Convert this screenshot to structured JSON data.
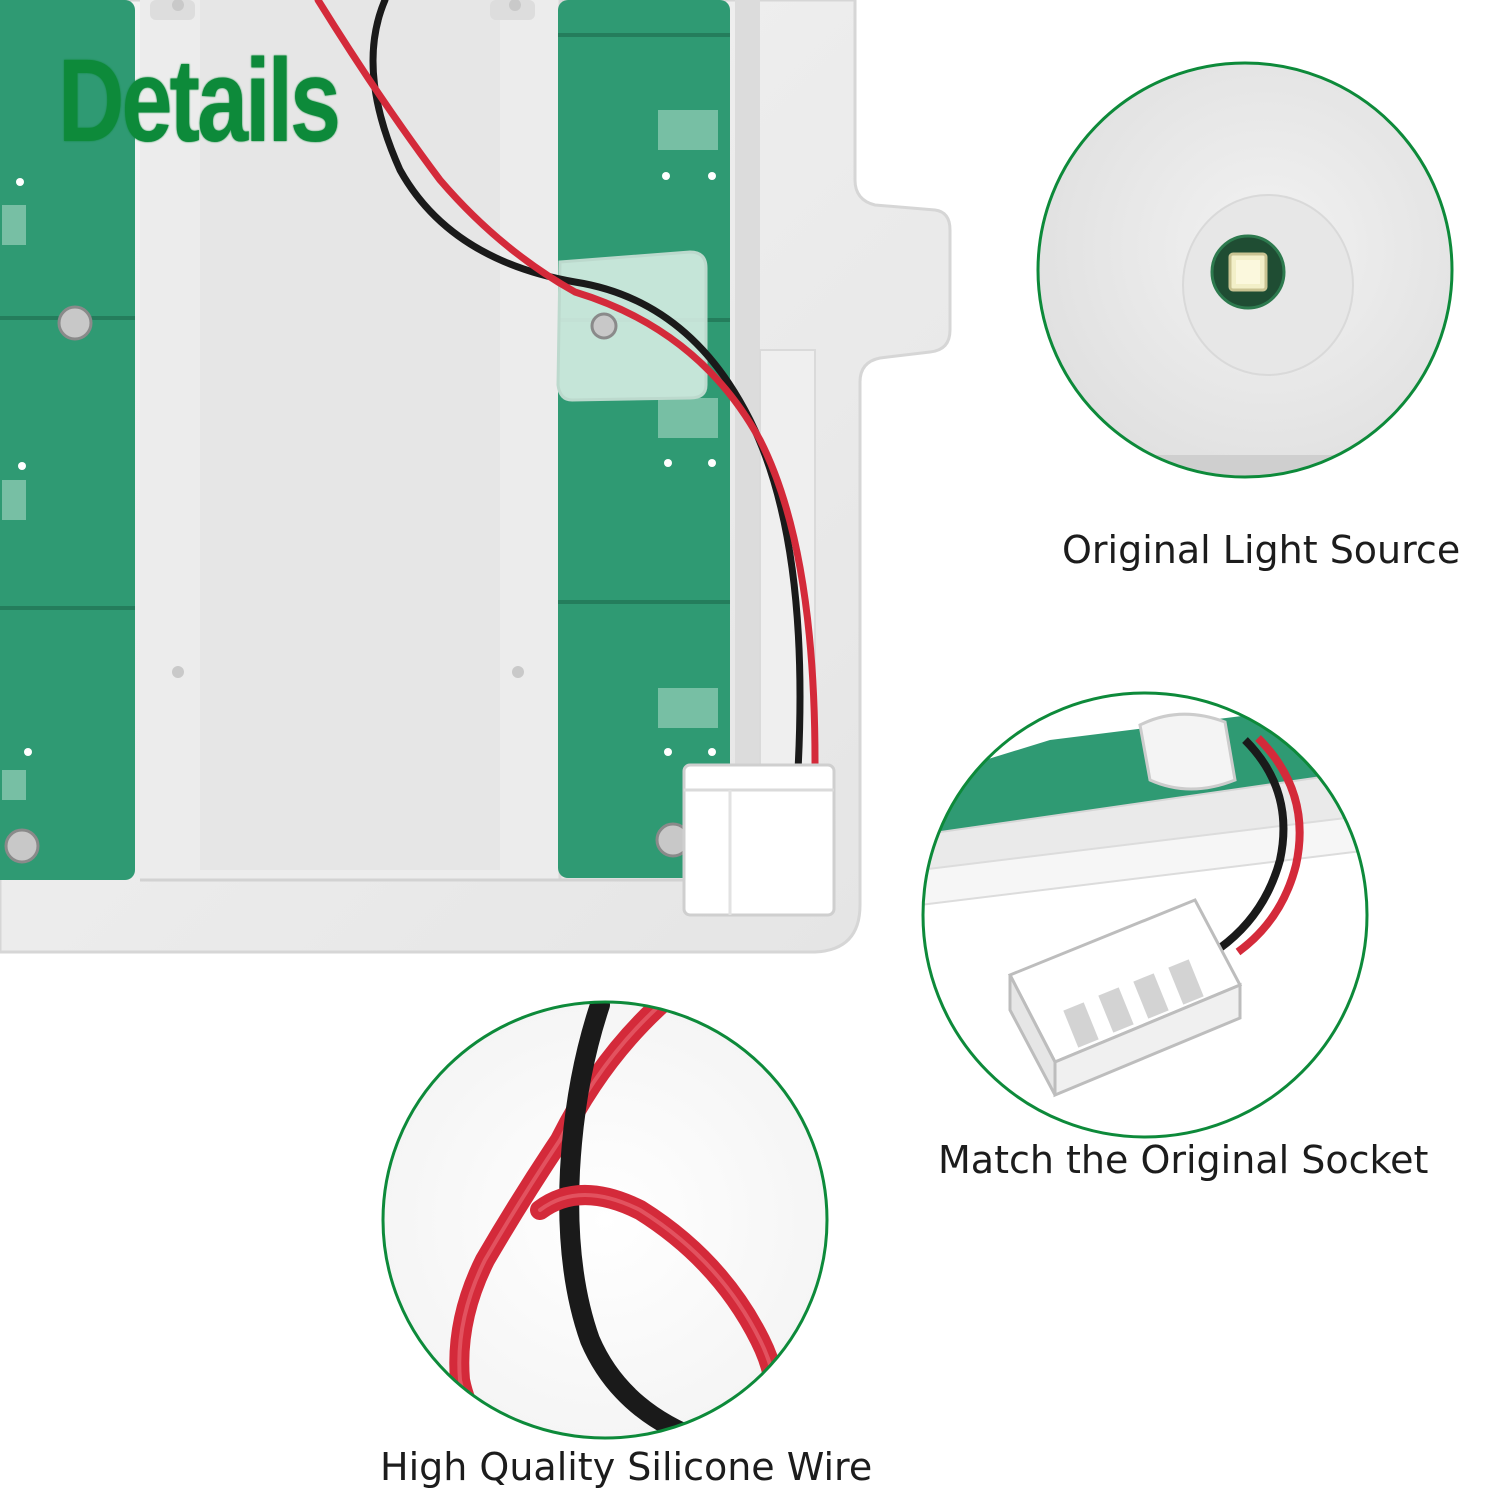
{
  "heading": "Details",
  "details": [
    {
      "caption": "Original Light Source",
      "icon": "led-chip-icon"
    },
    {
      "caption": "Match the Original Socket",
      "icon": "connector-socket-icon"
    },
    {
      "caption": "High Quality Silicone Wire",
      "icon": "wire-icon"
    }
  ],
  "colors": {
    "heading": "#0d8a3a",
    "circle_outline": "#0d8a3a",
    "pcb": "#2f9a73",
    "wire_red": "#d42a3a",
    "wire_black": "#1a1a1a"
  }
}
